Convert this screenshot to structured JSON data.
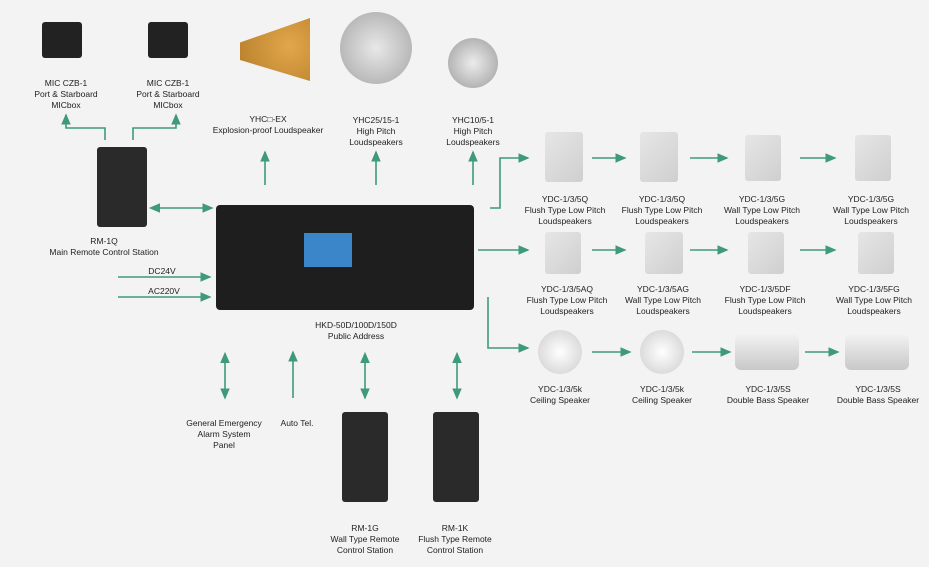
{
  "accent_color": "#3f9a7c",
  "mic_left": {
    "model": "MIC CZB-1",
    "line1": "Port & Starboard",
    "line2": "MICbox"
  },
  "mic_right": {
    "model": "MIC CZB-1",
    "line1": "Port & Starboard",
    "line2": "MICbox"
  },
  "horn_ex": {
    "model": "YHC□-EX",
    "line1": "Explosion-proof Loudspeaker"
  },
  "horn_25": {
    "model": "YHC25/15-1",
    "line1": "High Pitch",
    "line2": "Loudspeakers"
  },
  "horn_10": {
    "model": "YHC10/5-1",
    "line1": "High Pitch",
    "line2": "Loudspeakers"
  },
  "rm1q": {
    "model": "RM-1Q",
    "line1": "Main Remote Control Station"
  },
  "power": {
    "dc": "DC24V",
    "ac": "AC220V"
  },
  "main_unit": {
    "model": "HKD-50D/100D/150D",
    "line1": "Public Address"
  },
  "row1": [
    {
      "model": "YDC-1/3/5Q",
      "line1": "Flush Type Low Pitch",
      "line2": "Loudspeakers"
    },
    {
      "model": "YDC-1/3/5Q",
      "line1": "Flush Type Low Pitch",
      "line2": "Loudspeakers"
    },
    {
      "model": "YDC-1/3/5G",
      "line1": "Wall Type Low Pitch",
      "line2": "Loudspeakers"
    },
    {
      "model": "YDC-1/3/5G",
      "line1": "Wall Type Low Pitch",
      "line2": "Loudspeakers"
    }
  ],
  "row2": [
    {
      "model": "YDC-1/3/5AQ",
      "line1": "Flush Type Low Pitch",
      "line2": "Loudspeakers"
    },
    {
      "model": "YDC-1/3/5AG",
      "line1": "Wall Type Low Pitch",
      "line2": "Loudspeakers"
    },
    {
      "model": "YDC-1/3/5DF",
      "line1": "Flush Type Low Pitch",
      "line2": "Loudspeakers"
    },
    {
      "model": "YDC-1/3/5FG",
      "line1": "Wall Type Low Pitch",
      "line2": "Loudspeakers"
    }
  ],
  "row3": [
    {
      "model": "YDC-1/3/5k",
      "line1": "Ceiling Speaker"
    },
    {
      "model": "YDC-1/3/5k",
      "line1": "Ceiling Speaker"
    },
    {
      "model": "YDC-1/3/5S",
      "line1": "Double Bass Speaker"
    },
    {
      "model": "YDC-1/3/5S",
      "line1": "Double Bass Speaker"
    }
  ],
  "alarm": {
    "line1": "General Emergency",
    "line2": "Alarm System",
    "line3": "Panel"
  },
  "autotel": {
    "line1": "Auto Tel."
  },
  "rm1g": {
    "model": "RM-1G",
    "line1": "Wall Type Remote",
    "line2": "Control Station"
  },
  "rm1k": {
    "model": "RM-1K",
    "line1": "Flush Type Remote",
    "line2": "Control Station"
  }
}
